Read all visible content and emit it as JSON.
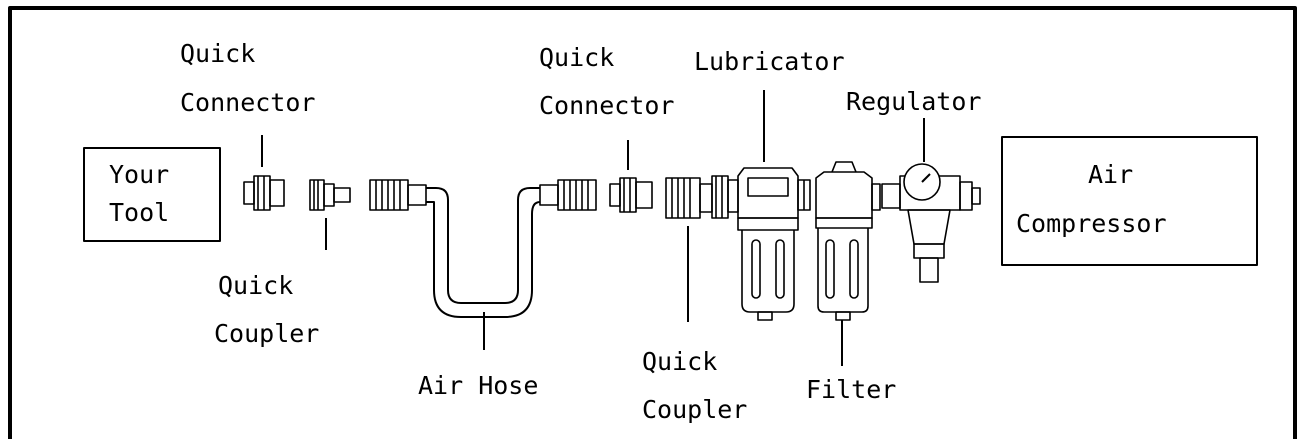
{
  "boxes": {
    "tool": [
      "Your",
      "Tool"
    ],
    "compressor": [
      "Air",
      "Compressor"
    ]
  },
  "labels": {
    "quick_connector_left": [
      "Quick",
      "Connector"
    ],
    "quick_coupler_left": [
      "Quick",
      "Coupler"
    ],
    "air_hose": "Air Hose",
    "quick_connector_right": [
      "Quick",
      "Connector"
    ],
    "quick_coupler_right": [
      "Quick",
      "Coupler"
    ],
    "lubricator": "Lubricator",
    "filter": "Filter",
    "regulator": "Regulator"
  }
}
